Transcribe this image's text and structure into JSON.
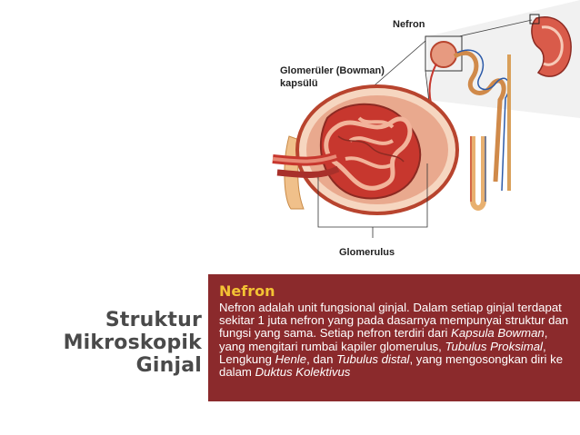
{
  "figure": {
    "label_nefron": "Nefron",
    "label_capsule_line1": "Glomerüler (Bowman)",
    "label_capsule_line2": "kapsülü",
    "label_glomerulus": "Glomerulus"
  },
  "title": {
    "line1": "Struktur",
    "line2": "Mikroskopik",
    "line3": "Ginjal"
  },
  "panel": {
    "heading": "Nefron",
    "text_1": "Nefron adalah unit fungsional ginjal. Dalam setiap ginjal terdapat sekitar 1 juta nefron yang pada dasarnya mempunyai struktur dan fungsi yang sama. Setiap nefron terdiri dari ",
    "term_1": "Kapsula Bowman",
    "text_2": ", yang mengitari rumbai kapiler glomerulus, ",
    "term_2": "Tubulus Proksimal",
    "text_3": ", Lengkung ",
    "term_3": "Henle",
    "text_4": ", dan ",
    "term_4": "Tubulus distal",
    "text_5": ", yang mengosongkan diri ke dalam ",
    "term_5": "Duktus Kolektivus"
  },
  "colors": {
    "panel_bg": "#8b2a2c",
    "heading": "#f3c234",
    "title": "#4a4a4a",
    "tissue_red": "#c7372e",
    "vessel_blue": "#2c5aa8"
  }
}
